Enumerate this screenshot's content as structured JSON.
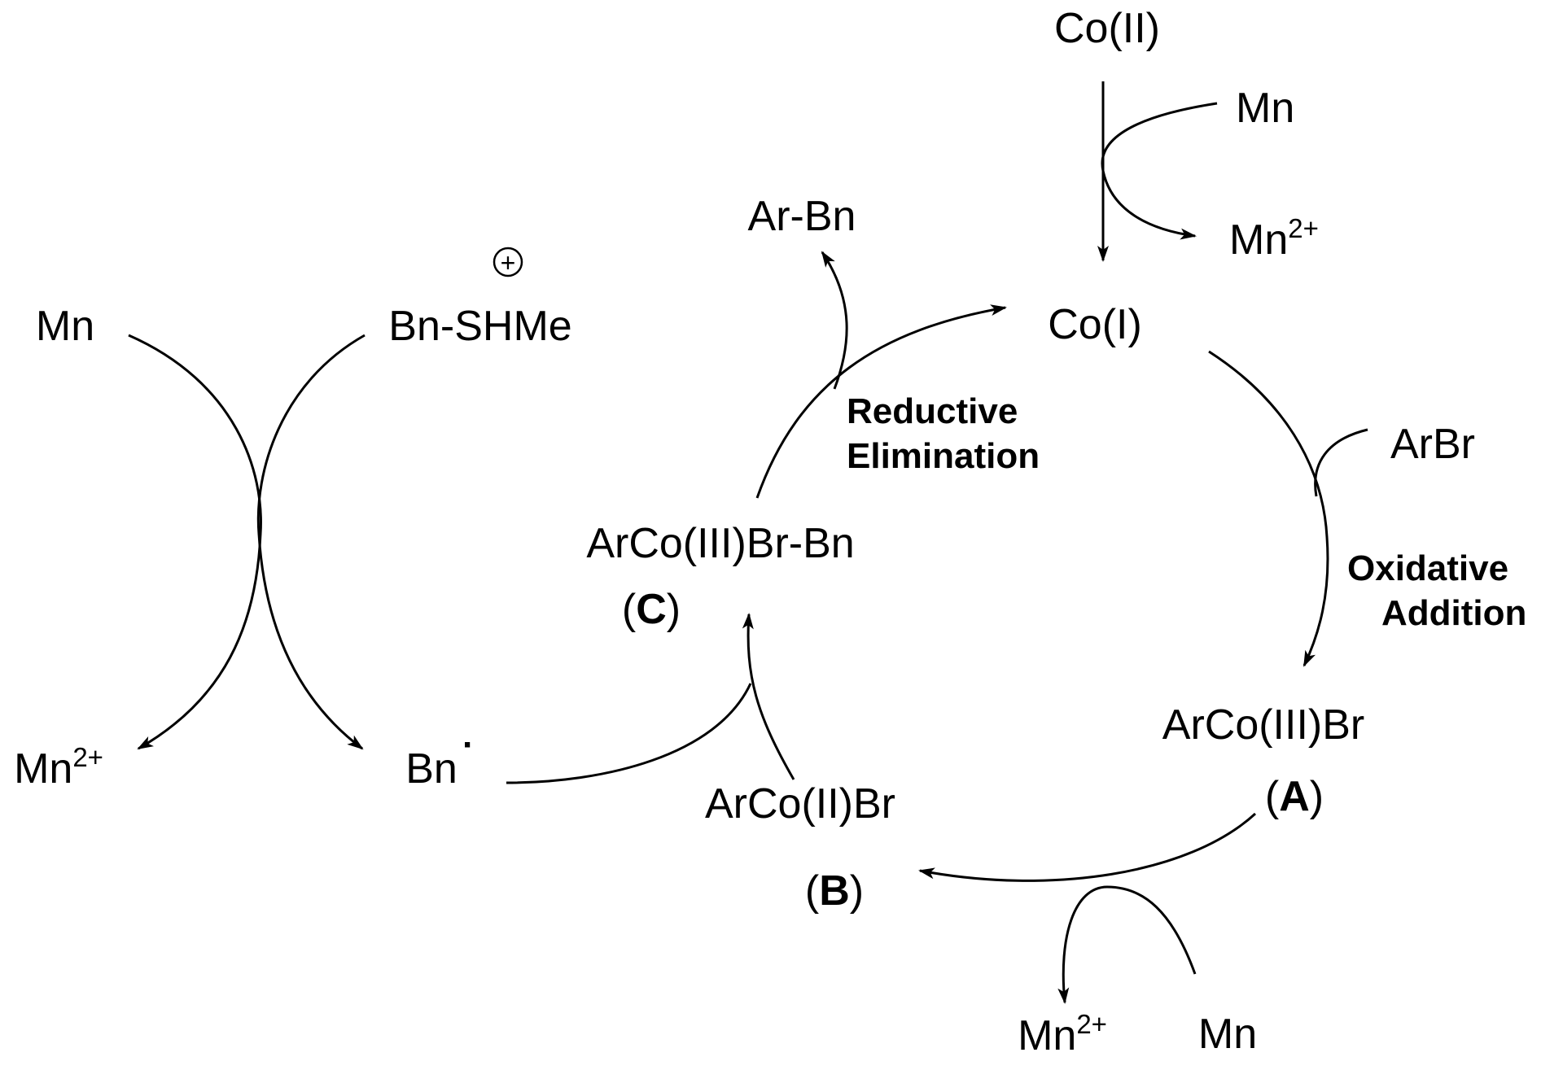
{
  "species": {
    "co_ii": "Co(II)",
    "mn_top": "Mn",
    "mn2_top_base": "Mn",
    "mn2_top_charge": "2+",
    "co_i": "Co(I)",
    "ar_bn": "Ar-Bn",
    "plus_sign": "+",
    "bn_shme": "Bn-SHMe",
    "mn_left": "Mn",
    "mn2_left_base": "Mn",
    "mn2_left_charge": "2+",
    "bn_radical": "Bn",
    "bn_radical_dot": "·",
    "arco_iii_br_bn": "ArCo(III)Br-Bn",
    "arco_ii_br": "ArCo(II)Br",
    "arco_iii_br": "ArCo(III)Br",
    "arbr": "ArBr",
    "mn2_bottom_base": "Mn",
    "mn2_bottom_charge": "2+",
    "mn_bottom": "Mn"
  },
  "labels": {
    "reductive_1": "Reductive",
    "reductive_2": "Elimination",
    "oxidative_1": "Oxidative",
    "oxidative_2": "Addition",
    "a_open": "(",
    "a_letter": "A",
    "a_close": ")",
    "b_open": "(",
    "b_letter": "B",
    "b_close": ")",
    "c_open": "(",
    "c_letter": "C",
    "c_close": ")"
  }
}
